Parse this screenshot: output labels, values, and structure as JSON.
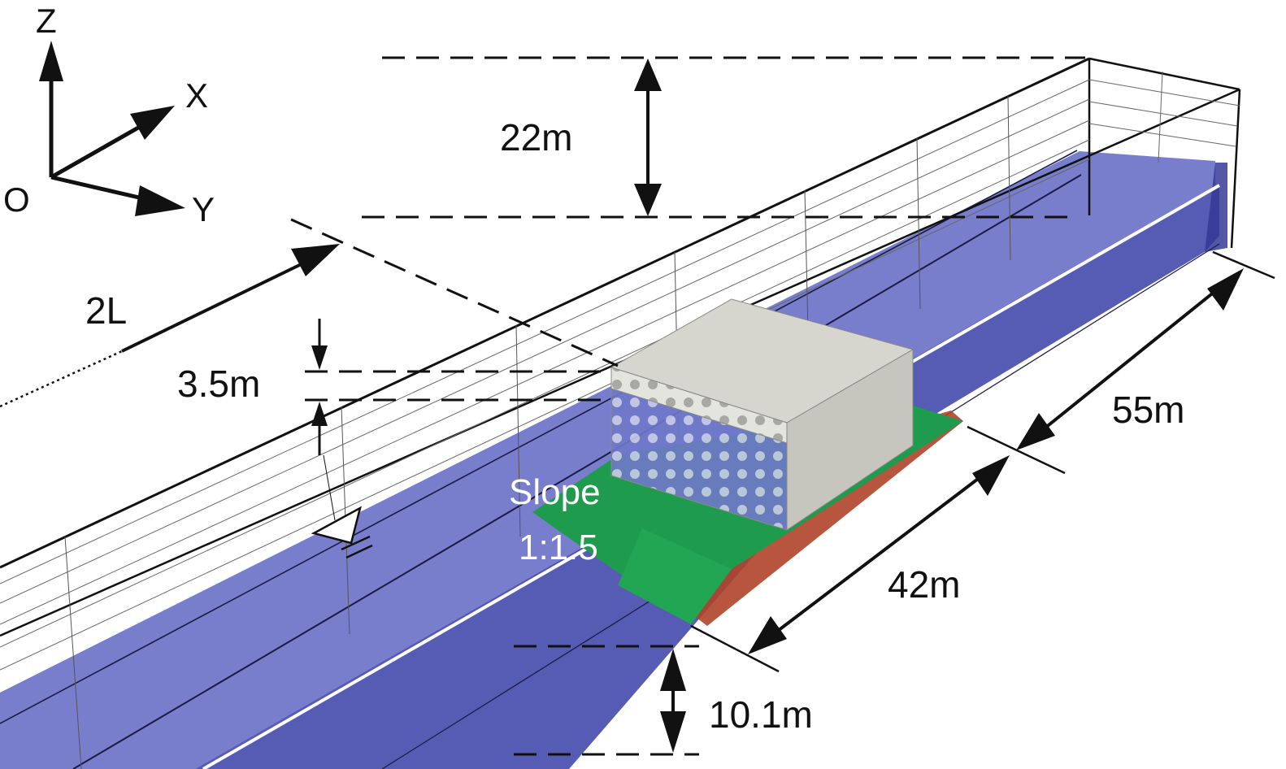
{
  "axes": {
    "z_label": "Z",
    "x_label": "X",
    "y_label": "Y",
    "origin_label": "O"
  },
  "dimensions": {
    "height_air": "22m",
    "distance_2l": "2L",
    "freeboard": "3.5m",
    "width_total": "55m",
    "width_structure": "42m",
    "water_depth": "10.1m"
  },
  "annotation": {
    "slope_line1": "Slope",
    "slope_line2": "1:1.5"
  },
  "colors": {
    "water": "#3a3fa6",
    "slope": "#1f9b4e",
    "structure": "#cfcfc8",
    "rubble": "#b0432a",
    "outline": "#111111",
    "grid": "#555555"
  }
}
